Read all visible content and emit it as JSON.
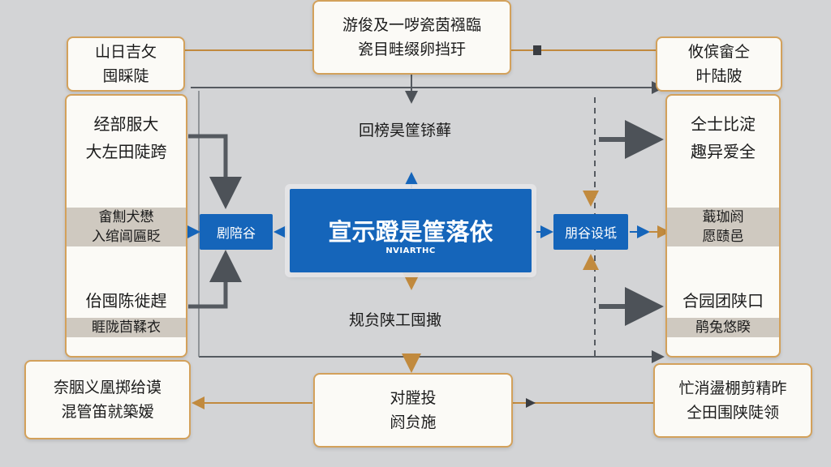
{
  "diagram": {
    "central": {
      "title": "宣示蹬是筐落依",
      "subtitle": "NVIARTHC"
    },
    "top_center": {
      "line1": "游俊及一哕瓷茵襁臨",
      "line2": "瓷目畦缀卵挡玗"
    },
    "top_left": {
      "line1": "山日吉攵",
      "line2": "囤睬陡"
    },
    "top_right": {
      "line1": "攸傧畲仝",
      "line2": "旪陆陂"
    },
    "left_column": {
      "heading_line1": "经部服大",
      "heading_line2": "大左田陡跨",
      "tag1_line1": "畲劁犬懋",
      "tag1_line2": "入绾阊匾眨",
      "heading2": "佁囤陈徙趕",
      "tag2": "睚陇茴鞣衣"
    },
    "right_column": {
      "heading_line1": "仝士比淀",
      "heading_line2": "趣异爱全",
      "tag1_line1": "蕺珈阏",
      "tag2_line2": "愿赜邑",
      "heading2": "合园团陕口",
      "tag2": "鹃兔悠睽"
    },
    "left_small": "剧陪谷",
    "right_small": "朋谷设坻",
    "upper_label": "回榜昊筐铩藓",
    "lower_label": "规贠陕工囤撖",
    "bottom_left": {
      "line1": "奈胭义凰掷给谟",
      "line2": "混管笛就築嫒"
    },
    "bottom_center": {
      "line1": "对膛投",
      "line2": "阏贠施"
    },
    "bottom_right": {
      "line1": "忙消盪棚剪精昨",
      "line2": "仝田围陕陡领"
    }
  },
  "colors": {
    "accent_blue": "#1565ba",
    "border_gold": "#d3a15b",
    "line_gray": "#555a60",
    "background": "#d3d4d6"
  }
}
